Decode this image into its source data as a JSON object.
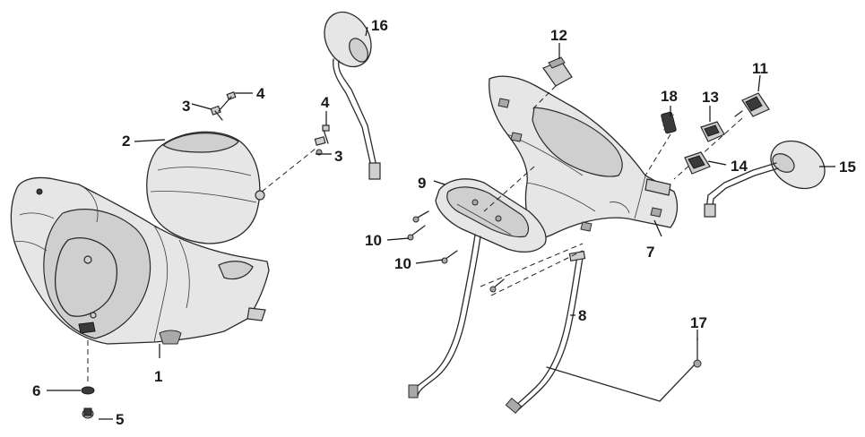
{
  "diagram": {
    "callouts": [
      {
        "id": "callout-1",
        "text": "1"
      },
      {
        "id": "callout-2",
        "text": "2"
      },
      {
        "id": "callout-3a",
        "text": "3"
      },
      {
        "id": "callout-3b",
        "text": "3"
      },
      {
        "id": "callout-4a",
        "text": "4"
      },
      {
        "id": "callout-4b",
        "text": "4"
      },
      {
        "id": "callout-5",
        "text": "5"
      },
      {
        "id": "callout-6",
        "text": "6"
      },
      {
        "id": "callout-7",
        "text": "7"
      },
      {
        "id": "callout-8",
        "text": "8"
      },
      {
        "id": "callout-9",
        "text": "9"
      },
      {
        "id": "callout-10a",
        "text": "10"
      },
      {
        "id": "callout-10b",
        "text": "10"
      },
      {
        "id": "callout-11",
        "text": "11"
      },
      {
        "id": "callout-12",
        "text": "12"
      },
      {
        "id": "callout-13",
        "text": "13"
      },
      {
        "id": "callout-14",
        "text": "14"
      },
      {
        "id": "callout-15",
        "text": "15"
      },
      {
        "id": "callout-16",
        "text": "16"
      },
      {
        "id": "callout-17",
        "text": "17"
      },
      {
        "id": "callout-18",
        "text": "18"
      }
    ]
  }
}
